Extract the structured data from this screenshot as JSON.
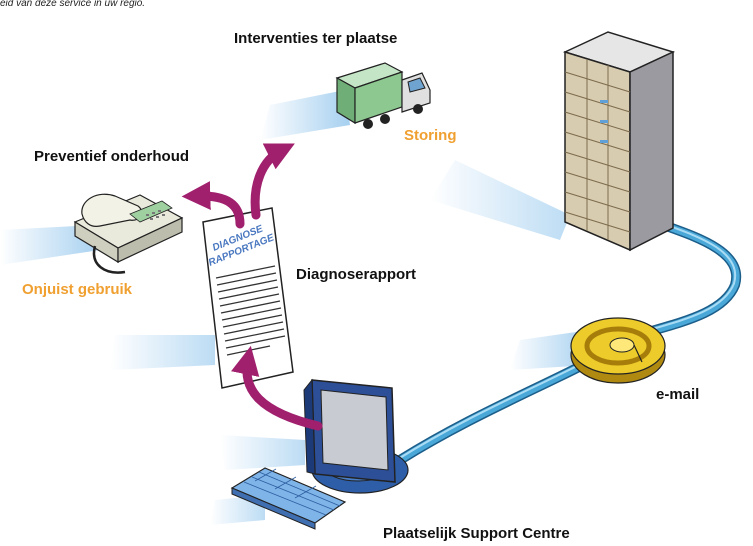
{
  "note": "eid van deze service in uw regio.",
  "labels": {
    "interventions": "Interventies ter plaatse",
    "preventive": "Preventief onderhoud",
    "failure": "Storing",
    "misuse": "Onjuist gebruik",
    "report": "Diagnoserapport",
    "email": "e-mail",
    "support": "Plaatselijk Support Centre"
  },
  "document": {
    "line1": "DIAGNOSE",
    "line2": "RAPPORTAGE"
  },
  "colors": {
    "orange": "#f0a030",
    "arrow": "#a0206e",
    "cable": "#4aa8d8",
    "email_gold": "#e8c020",
    "truck_green": "#8cc890",
    "floor_glow": "#bcdcf4"
  },
  "icons": [
    "truck-icon",
    "server-rack-icon",
    "telephone-icon",
    "document-icon",
    "email-at-icon",
    "computer-monitor-icon",
    "keyboard-icon"
  ]
}
